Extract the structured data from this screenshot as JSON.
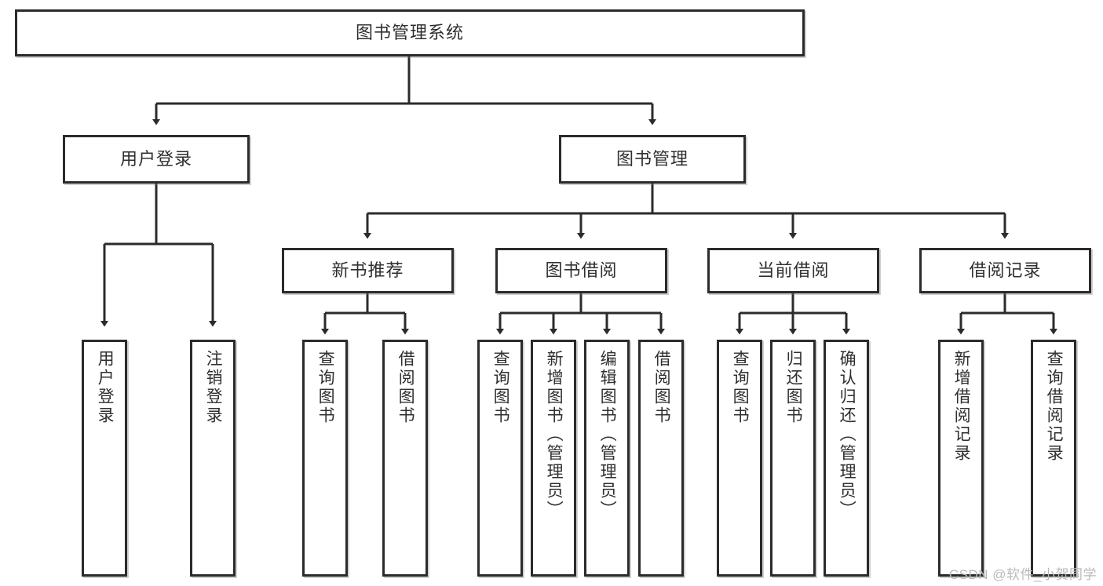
{
  "diagram": {
    "title": "图书管理系统",
    "type": "tree",
    "orientation": "top-down",
    "colors": {
      "box_border": "#2b2b2b",
      "box_fill": "#ffffff",
      "connector": "#2b2b2b",
      "text": "#2f2f2f",
      "watermark": "#b9b9b9",
      "background": "#ffffff"
    },
    "nodes": {
      "root": {
        "label": "图书管理系统",
        "level": 1
      },
      "level2": [
        {
          "id": "user-login",
          "label": "用户登录"
        },
        {
          "id": "book-manage",
          "label": "图书管理"
        }
      ],
      "level3": [
        {
          "id": "new-book-recommend",
          "label": "新书推荐"
        },
        {
          "id": "book-borrow",
          "label": "图书借阅"
        },
        {
          "id": "current-borrow",
          "label": "当前借阅"
        },
        {
          "id": "borrow-record",
          "label": "借阅记录"
        }
      ],
      "leaves": {
        "user-login": [
          {
            "id": "leaf-user-login",
            "label": "用户登录"
          },
          {
            "id": "leaf-logout-login",
            "label": "注销登录"
          }
        ],
        "new-book-recommend": [
          {
            "id": "leaf-query-book-1",
            "label": "查询图书"
          },
          {
            "id": "leaf-borrow-book-1",
            "label": "借阅图书"
          }
        ],
        "book-borrow": [
          {
            "id": "leaf-query-book-2",
            "label": "查询图书"
          },
          {
            "id": "leaf-add-book",
            "label": "新增图书（管理员）"
          },
          {
            "id": "leaf-edit-book",
            "label": "编辑图书（管理员）"
          },
          {
            "id": "leaf-borrow-book-2",
            "label": "借阅图书"
          }
        ],
        "current-borrow": [
          {
            "id": "leaf-query-book-3",
            "label": "查询图书"
          },
          {
            "id": "leaf-return-book",
            "label": "归还图书"
          },
          {
            "id": "leaf-confirm-return",
            "label": "确认归还（管理员）"
          }
        ],
        "borrow-record": [
          {
            "id": "leaf-add-record",
            "label": "新增借阅记录"
          },
          {
            "id": "leaf-query-record",
            "label": "查询借阅记录"
          }
        ]
      }
    },
    "watermark": "CSDN @软件_小贺同学"
  }
}
